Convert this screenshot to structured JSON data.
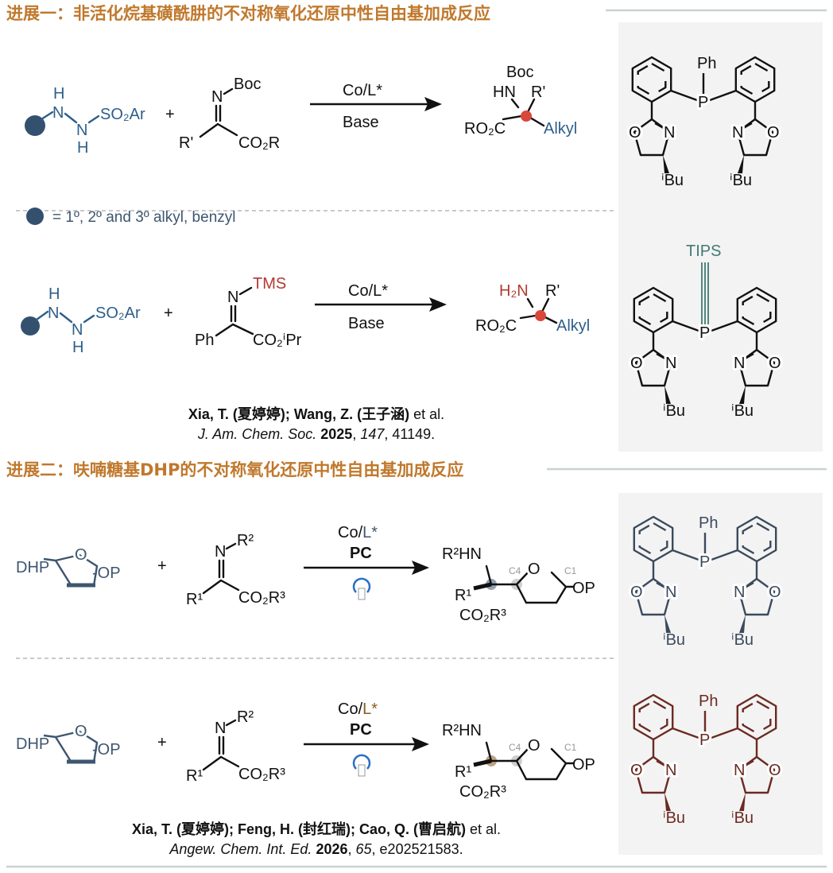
{
  "sections": [
    {
      "title": "进展一：非活化烷基磺酰肼的不对称氧化还原中性自由基加成反应",
      "reaction1": {
        "reagent_h_top": "H",
        "reagent_n1": "N",
        "reagent_n2": "N",
        "reagent_h_bottom": "H",
        "reagent_so2ar": "SO₂Ar",
        "plus": "+",
        "imine_n": "N",
        "imine_pg": "Boc",
        "imine_r": "R'",
        "imine_ester": "CO₂R",
        "condition_top": "Co/L*",
        "condition_bottom": "Base",
        "product_pg": "Boc",
        "product_hn": "HN",
        "product_r": "R'",
        "product_ester": "RO₂C",
        "product_alkyl": "Alkyl"
      },
      "legend": "= 1º, 2º and 3º alkyl, benzyl",
      "reaction2": {
        "reagent_h_top": "H",
        "reagent_n1": "N",
        "reagent_n2": "N",
        "reagent_h_bottom": "H",
        "reagent_so2ar": "SO₂Ar",
        "plus": "+",
        "imine_n": "N",
        "imine_pg": "TMS",
        "imine_r": "Ph",
        "imine_ester": "CO₂ⁱPr",
        "condition_top": "Co/L*",
        "condition_bottom": "Base",
        "product_h2n": "H₂N",
        "product_r": "R'",
        "product_ester": "RO₂C",
        "product_alkyl": "Alkyl"
      },
      "citation": {
        "authors_a": "Xia, T. (夏婷婷); Wang, Z. (王子涵)",
        "etal": " et al.",
        "journal": "J. Am. Chem. Soc.",
        "year": "2025",
        "volume": "147",
        "pages": ", 41149."
      }
    },
    {
      "title": "进展二：呋喃糖基DHP的不对称氧化还原中性自由基加成反应",
      "reaction": {
        "sugar_dhp": "DHP",
        "sugar_o": "O",
        "sugar_op": "-OP",
        "plus": "+",
        "imine_n": "N",
        "imine_r2": "R²",
        "imine_r1": "R¹",
        "imine_ester": "CO₂R³",
        "condition_co": "Co/",
        "condition_l": "L*",
        "condition_pc": "PC",
        "product_r2hn": "R²HN",
        "product_r1": "R¹",
        "product_ester": "CO₂R³",
        "product_o": "O",
        "product_op": "OP",
        "label_c4": "C4",
        "label_c1": "C1"
      },
      "citation": {
        "authors_a": "Xia, T. (夏婷婷); Feng, H. (封红瑞); Cao, Q. (曹启航)",
        "etal": " et al.",
        "journal": "Angew. Chem. Int. Ed.",
        "year": "2026",
        "volume": "65",
        "pages": ", e202521583."
      }
    }
  ],
  "ligands": [
    {
      "p": "P",
      "sub": "Ph",
      "o": "O",
      "n": "N",
      "ibu": "ⁱBu",
      "color": "#111111"
    },
    {
      "p": "P",
      "sub": "TIPS",
      "o": "O",
      "n": "N",
      "ibu": "ⁱBu",
      "color": "#111111",
      "sub_color": "#3f7b72"
    },
    {
      "p": "P",
      "sub": "Ph",
      "o": "O",
      "n": "N",
      "ibu": "ⁱBu",
      "color": "#3b4a5c"
    },
    {
      "p": "P",
      "sub": "Ph",
      "o": "O",
      "n": "N",
      "ibu": "ⁱBu",
      "color": "#6b2a22"
    }
  ],
  "colors": {
    "header": "#c0782c",
    "alkyl_blue": "#2d5f8a",
    "radical_red": "#d9483b",
    "l_blue": "#3e5670",
    "l_brown": "#8a5a1e"
  }
}
